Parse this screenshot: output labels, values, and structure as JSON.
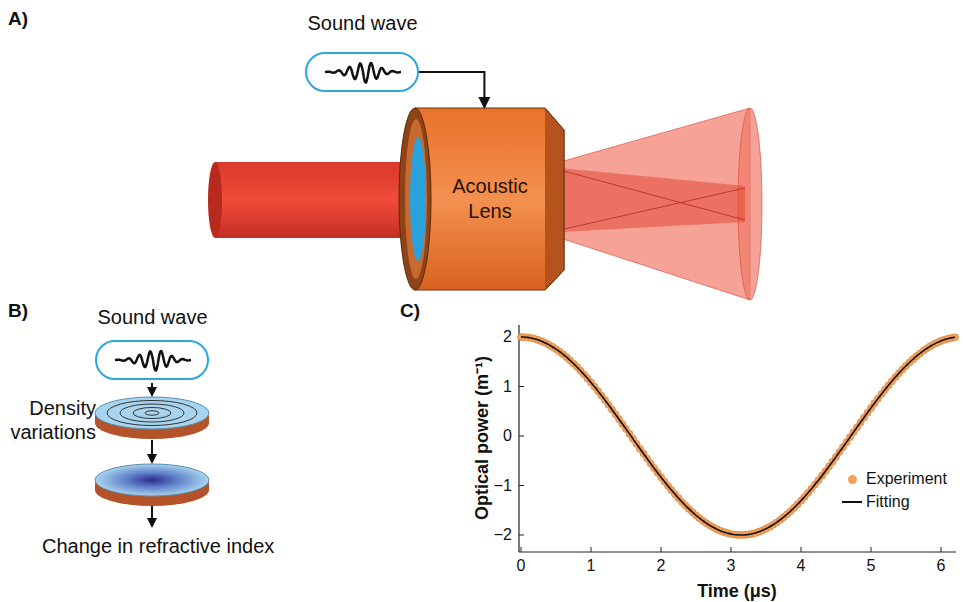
{
  "diagram": {
    "nodes": [
      {
        "text": [
          "Sound wave"
        ]
      },
      {
        "text": [
          "Acoustic Lens"
        ]
      },
      {
        "text": [
          "Sound wave"
        ]
      }
    ],
    "edges": [
      {
        "from": 0,
        "to": 1,
        "arrow": "to"
      }
    ],
    "labels": [
      "A)",
      "B)",
      "C)",
      "Density variations",
      "Change in refractive index",
      "Optical power (m⁻¹)",
      "2",
      "1",
      "0",
      "−1",
      "−2",
      "0",
      "1",
      "2",
      "3",
      "4",
      "5",
      "6",
      "Time (μs)"
    ],
    "legend": [
      {
        "text": "Experiment",
        "color": "#f5a15b"
      },
      {
        "text": "Fitting"
      }
    ]
  }
}
